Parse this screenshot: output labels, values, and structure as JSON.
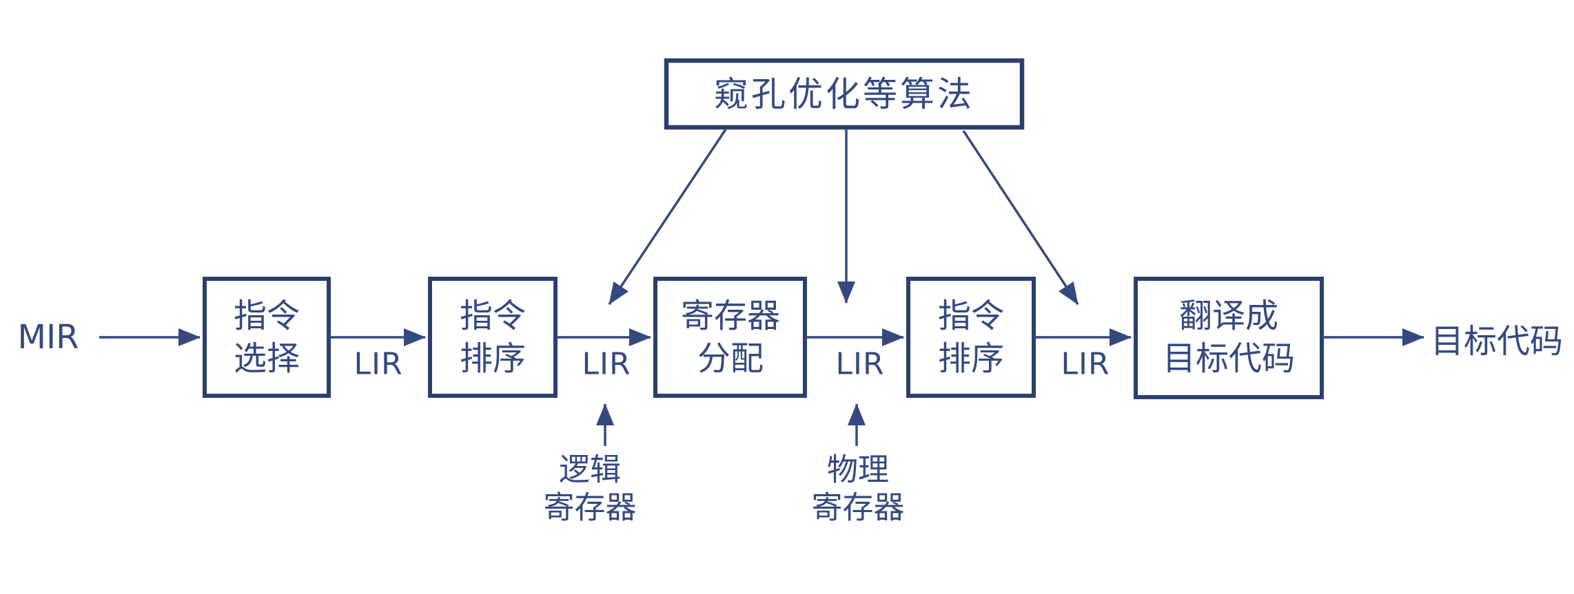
{
  "colors": {
    "ink": "#2b3f6f",
    "line": "#33497f",
    "background": "#ffffff"
  },
  "diagram": {
    "title_box": {
      "label": "窥孔优化等算法"
    },
    "input_label": "MIR",
    "output_label": "目标代码",
    "boxes": [
      {
        "name": "instruction-selection",
        "line1": "指令",
        "line2": "选择"
      },
      {
        "name": "instruction-scheduling-1",
        "line1": "指令",
        "line2": "排序"
      },
      {
        "name": "register-allocation",
        "line1": "寄存器",
        "line2": "分配"
      },
      {
        "name": "instruction-scheduling-2",
        "line1": "指令",
        "line2": "排序"
      },
      {
        "name": "translate-to-target-code",
        "line1": "翻译成",
        "line2": "目标代码"
      }
    ],
    "edge_labels": {
      "l1": "LIR",
      "l2": "LIR",
      "l3": "LIR",
      "l4": "LIR"
    },
    "bottom_labels": {
      "logical": {
        "line1": "逻辑",
        "line2": "寄存器"
      },
      "physical": {
        "line1": "物理",
        "line2": "寄存器"
      }
    }
  }
}
